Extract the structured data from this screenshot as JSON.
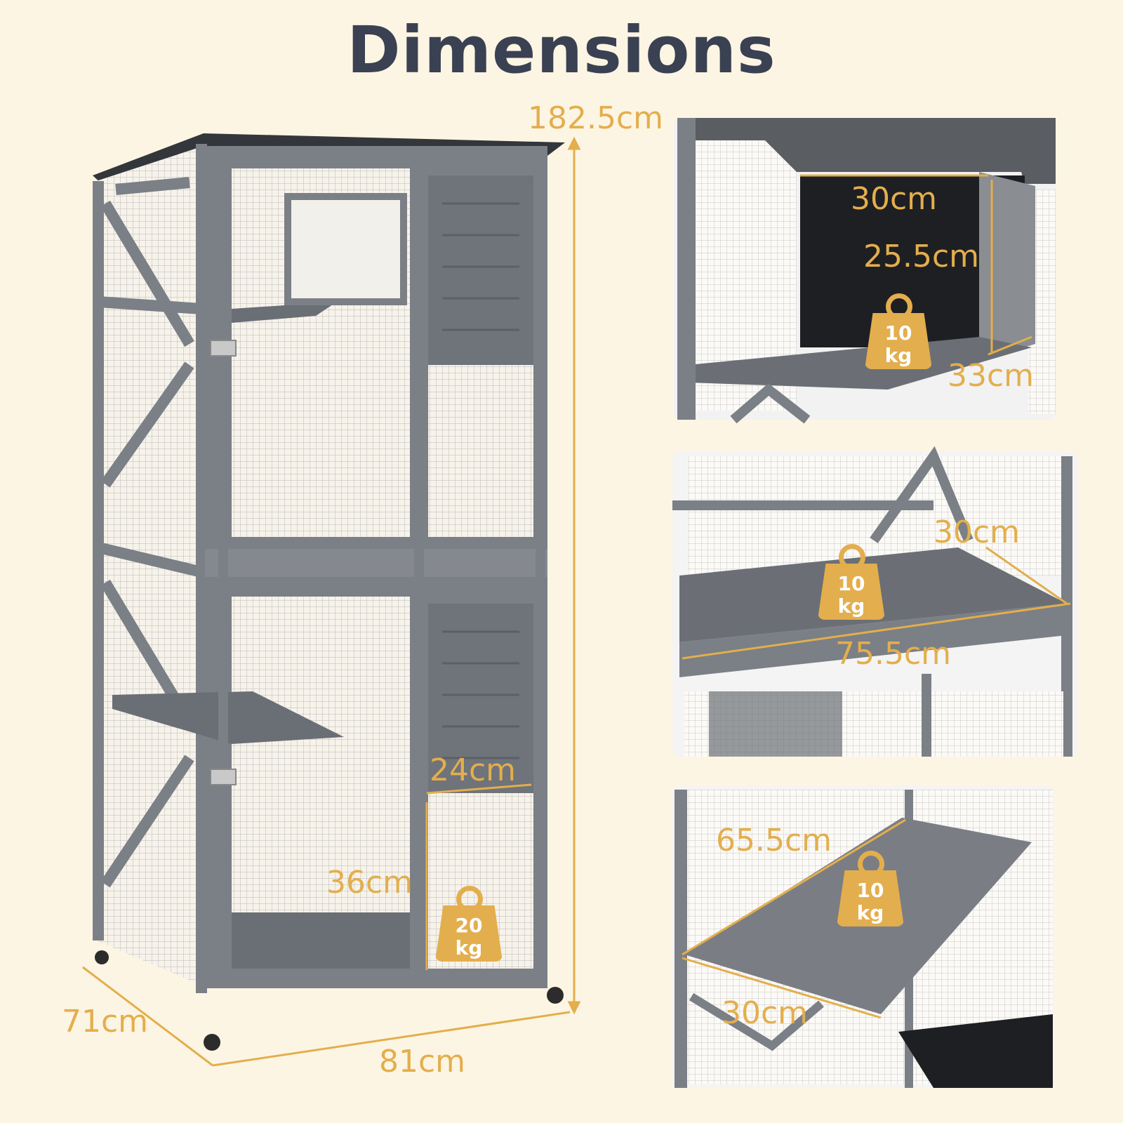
{
  "title": "Dimensions",
  "main": {
    "height": "182.5cm",
    "depth": "71cm",
    "width": "81cm",
    "door_width": "24cm",
    "door_height": "36cm",
    "door_load": {
      "value": "20",
      "unit": "kg"
    }
  },
  "panel_top": {
    "width": "30cm",
    "height": "25.5cm",
    "depth": "33cm",
    "load": {
      "value": "10",
      "unit": "kg"
    }
  },
  "panel_middle": {
    "depth": "30cm",
    "width": "75.5cm",
    "load": {
      "value": "10",
      "unit": "kg"
    }
  },
  "panel_bottom": {
    "length": "65.5cm",
    "width": "30cm",
    "load": {
      "value": "10",
      "unit": "kg"
    }
  },
  "colors": {
    "background": "#fdf5e3",
    "accent": "#e3ae4d",
    "title": "#3a4152",
    "wood": "#7b7f86"
  }
}
